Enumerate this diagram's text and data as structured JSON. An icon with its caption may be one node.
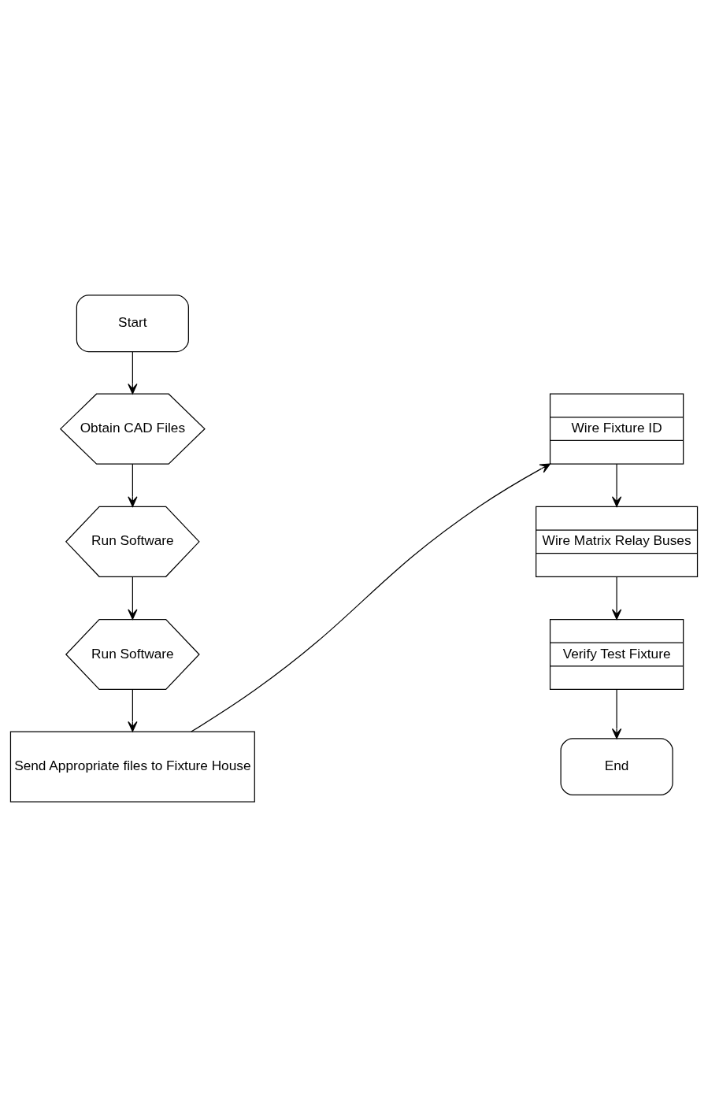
{
  "diagram": {
    "nodes": [
      {
        "text": [
          "Start"
        ]
      },
      {
        "text": [
          "Obtain CAD Files"
        ]
      },
      {
        "text": [
          "Run Software"
        ]
      },
      {
        "text": [
          "Run Software"
        ]
      },
      {
        "text": [
          "Send Appropriate files to Fixture House"
        ]
      },
      {
        "text": [
          "Wire Fixture ID"
        ]
      },
      {
        "text": [
          "Wire Matrix Relay Buses"
        ]
      },
      {
        "text": [
          "Verify Test Fixture"
        ]
      },
      {
        "text": [
          "End"
        ]
      }
    ],
    "edges": [
      {
        "from": 0,
        "to": 1,
        "arrow": "to"
      },
      {
        "from": 1,
        "to": 2,
        "arrow": "to"
      },
      {
        "from": 2,
        "to": 3,
        "arrow": "to"
      },
      {
        "from": 3,
        "to": 4,
        "arrow": "to"
      },
      {
        "from": 4,
        "to": 5,
        "arrow": "to"
      },
      {
        "from": 5,
        "to": 6,
        "arrow": "to"
      },
      {
        "from": 6,
        "to": 7,
        "arrow": "to"
      },
      {
        "from": 7,
        "to": 8,
        "arrow": "to"
      }
    ]
  }
}
